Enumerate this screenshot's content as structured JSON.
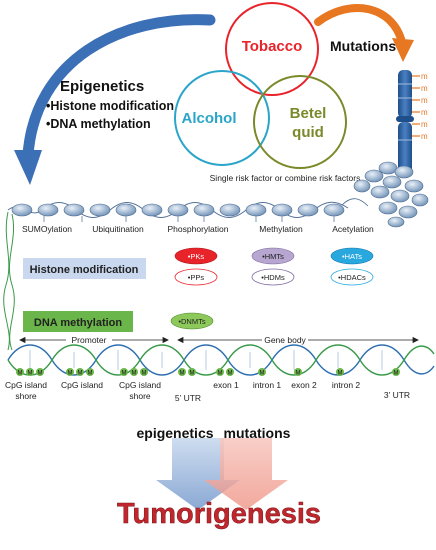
{
  "venn": {
    "tobacco": "Tobacco",
    "alcohol": "Alcohol",
    "betel_line1": "Betel",
    "betel_line2": "quid",
    "caption": "Single risk factor or combine risk factors",
    "colors": {
      "tobacco": "#e8232a",
      "alcohol": "#2aa5c9",
      "betel": "#7a8a2a"
    }
  },
  "mutations_label": "Mutations",
  "epigenetics": {
    "title": "Epigenetics",
    "items": [
      "•Histone modification",
      "•DNA methylation"
    ]
  },
  "chromosome_marks": [
    "m",
    "m",
    "m",
    "m",
    "m",
    "m"
  ],
  "modifications": [
    "SUMOylation",
    "Ubiquitination",
    "Phosphorylation",
    "Methylation",
    "Acetylation"
  ],
  "histone_modification_label": "Histone modification",
  "enzymes": {
    "phosphorylation": [
      "•PKs",
      "•PPs"
    ],
    "methylation": [
      "•HMTs",
      "•HDMs"
    ],
    "acetylation": [
      "•HATs",
      "•HDACs"
    ],
    "dna": "•DNMTs"
  },
  "dna_methylation_label": "DNA methylation",
  "regions": {
    "promoter": "Promoter",
    "gene_body": "Gene body"
  },
  "methyl_mark": "M",
  "gene_labels": {
    "cpg_island_shore_1_line1": "CpG island",
    "cpg_island_shore_1_line2": "shore",
    "cpg_island": "CpG island",
    "cpg_island_shore_2_line1": "CpG island",
    "cpg_island_shore_2_line2": "shore",
    "utr5": "5’ UTR",
    "exon1": "exon 1",
    "intron1": "intron 1",
    "exon2": "exon 2",
    "intron2": "intron 2",
    "utr3": "3’ UTR"
  },
  "bottom": {
    "epigenetics": "epigenetics",
    "mutations": "mutations",
    "tumorigenesis": "Tumorigenesis"
  },
  "palette": {
    "blue_arrow": "#3b6fb6",
    "orange_arrow": "#e87722",
    "label_bg_blue": "#c9d8ee",
    "label_bg_green": "#6bb64a",
    "pk_red": "#e8232a",
    "hmt_purple": "#b7a6cf",
    "hat_cyan": "#29a8e0",
    "dnmt_green": "#8cc85a",
    "tumor_red": "#c0272d"
  }
}
